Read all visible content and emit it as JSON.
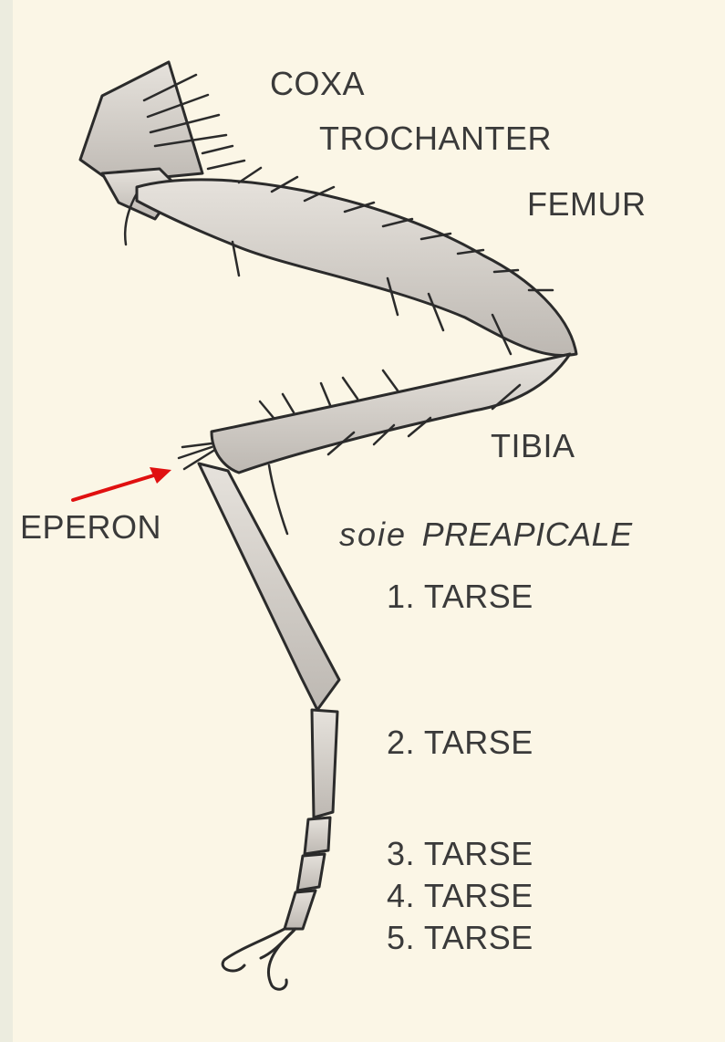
{
  "diagram": {
    "labels": {
      "coxa": "COXA",
      "trochanter": "TROCHANTER",
      "femur": "FEMUR",
      "tibia": "TIBIA",
      "eperon": "EPERON",
      "soie_word": "soie",
      "preapicale": "PREAPICALE",
      "tarse1": "1. TARSE",
      "tarse2": "2. TARSE",
      "tarse3": "3. TARSE",
      "tarse4": "4. TARSE",
      "tarse5": "5. TARSE"
    },
    "colors": {
      "paper": "#fbf6e6",
      "border": "#ececdf",
      "ink": "#2b2b2b",
      "segment_fill": "#cfcbc6",
      "arrow": "#e01010"
    }
  }
}
